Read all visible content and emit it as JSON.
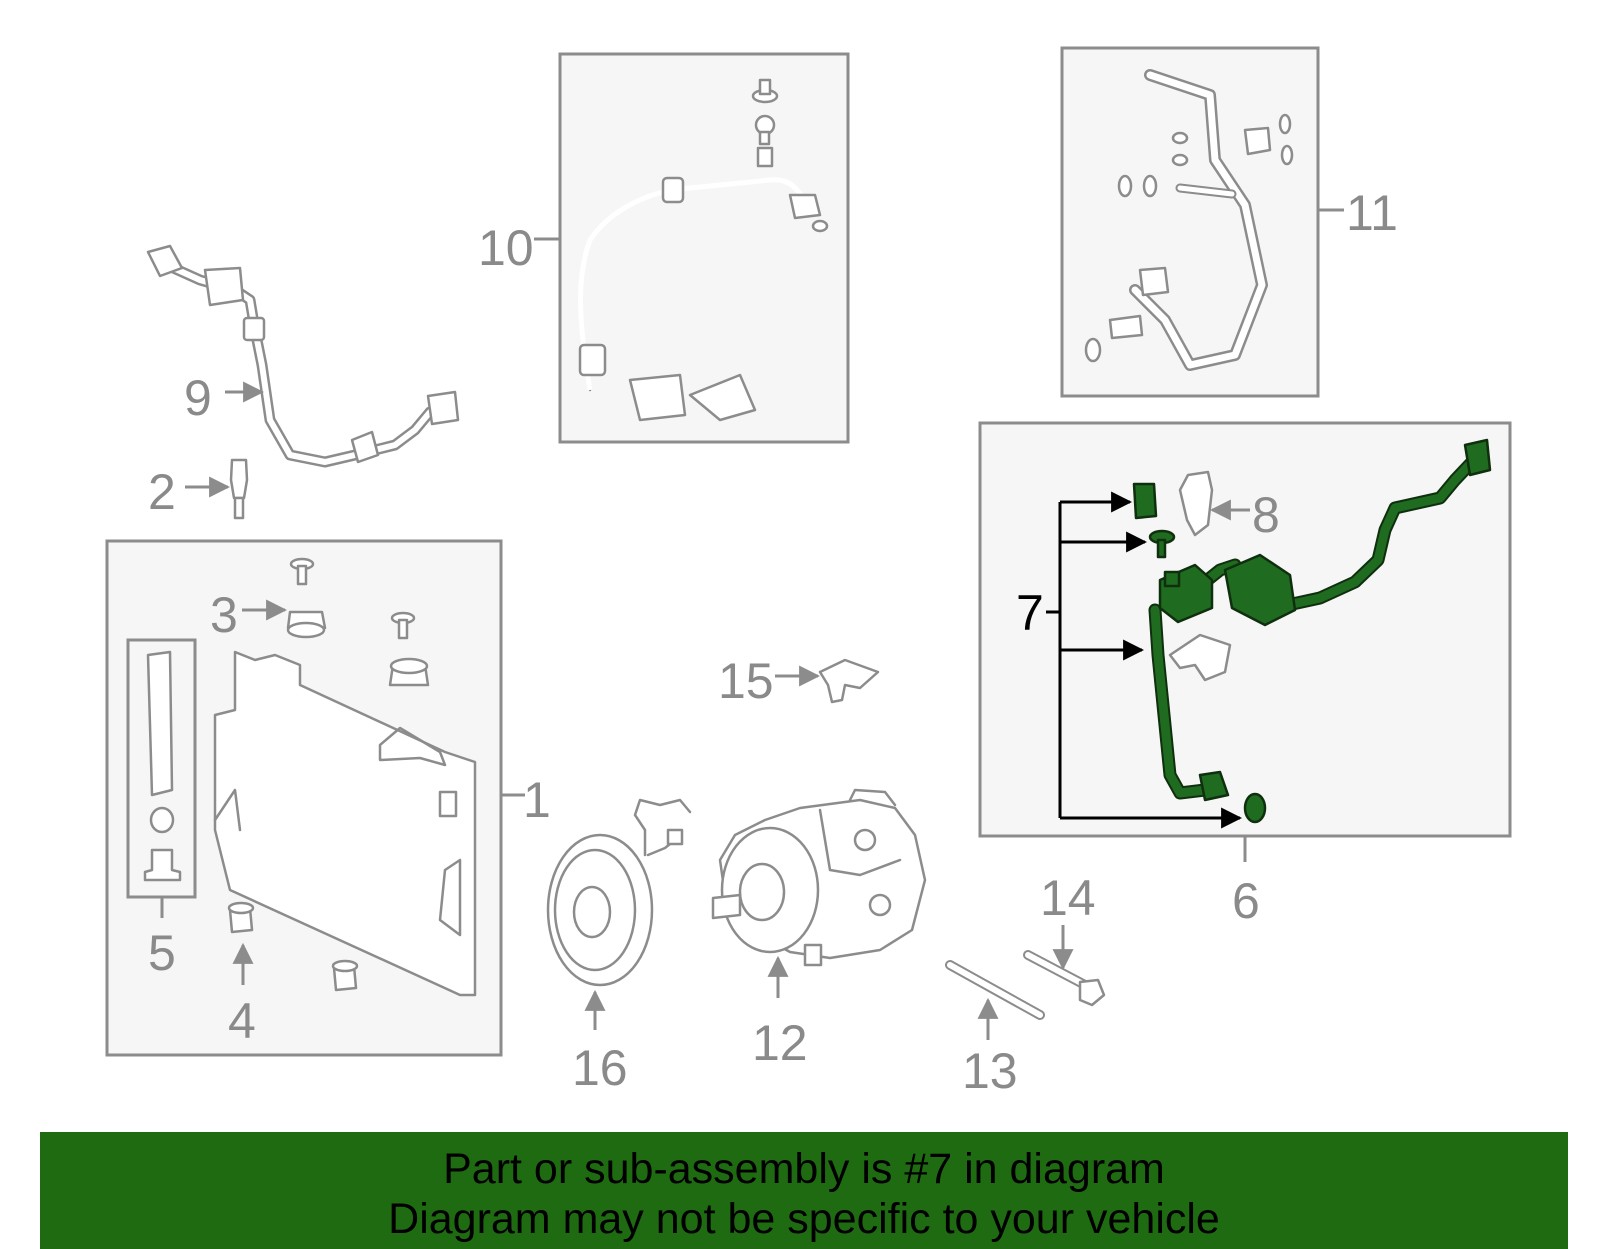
{
  "diagram": {
    "callouts": {
      "c1": "1",
      "c2": "2",
      "c3": "3",
      "c4": "4",
      "c5": "5",
      "c6": "6",
      "c7": "7",
      "c8": "8",
      "c9": "9",
      "c10": "10",
      "c11": "11",
      "c12": "12",
      "c13": "13",
      "c14": "14",
      "c15": "15",
      "c16": "16"
    },
    "highlight_part": "7",
    "colors": {
      "highlight": "#1f6b1f",
      "line": "#8c8c8c",
      "box_fill": "#f6f6f6",
      "banner": "#1f6b12"
    }
  },
  "banner": {
    "line1": "Part or sub-assembly is #7 in diagram",
    "line2": "Diagram may not be specific to your vehicle"
  }
}
